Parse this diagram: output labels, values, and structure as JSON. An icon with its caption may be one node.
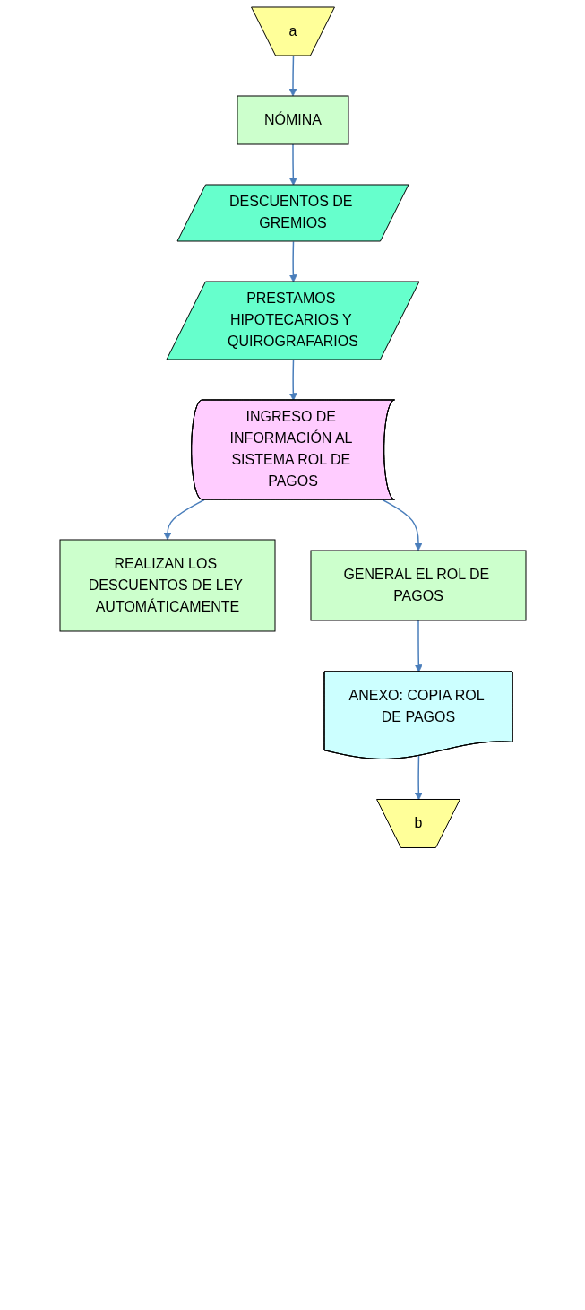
{
  "diagram": {
    "nodes": [
      {
        "text": [
          "a"
        ]
      },
      {
        "text": [
          "NÓMINA"
        ]
      },
      {
        "text": [
          "DESCUENTOS DE GREMIOS"
        ]
      },
      {
        "text": [
          "PRESTAMOS HIPOTECARIOS Y QUIROGRAFARIOS"
        ]
      },
      {
        "text": [
          "INGRESO DE INFORMACIÓN AL SISTEMA ROL DE PAGOS"
        ]
      },
      {
        "text": [
          "REALIZAN LOS DESCUENTOS DE LEY AUTOMÁTICAMENTE"
        ]
      },
      {
        "text": [
          "GENERAL EL ROL DE PAGOS"
        ]
      },
      {
        "text": [
          "ANEXO: COPIA ROL DE PAGOS"
        ]
      },
      {
        "text": [
          "b"
        ]
      }
    ],
    "edges": [
      {
        "from": 0,
        "to": 1,
        "arrow": "to"
      },
      {
        "from": 1,
        "to": 2,
        "arrow": "to"
      },
      {
        "from": 2,
        "to": 3,
        "arrow": "to"
      },
      {
        "from": 3,
        "to": 4,
        "arrow": "to"
      },
      {
        "from": 4,
        "to": 5,
        "arrow": "to"
      },
      {
        "from": 4,
        "to": 6,
        "arrow": "to"
      },
      {
        "from": 6,
        "to": 7,
        "arrow": "to"
      },
      {
        "from": 7,
        "to": 8,
        "arrow": "to"
      }
    ]
  }
}
